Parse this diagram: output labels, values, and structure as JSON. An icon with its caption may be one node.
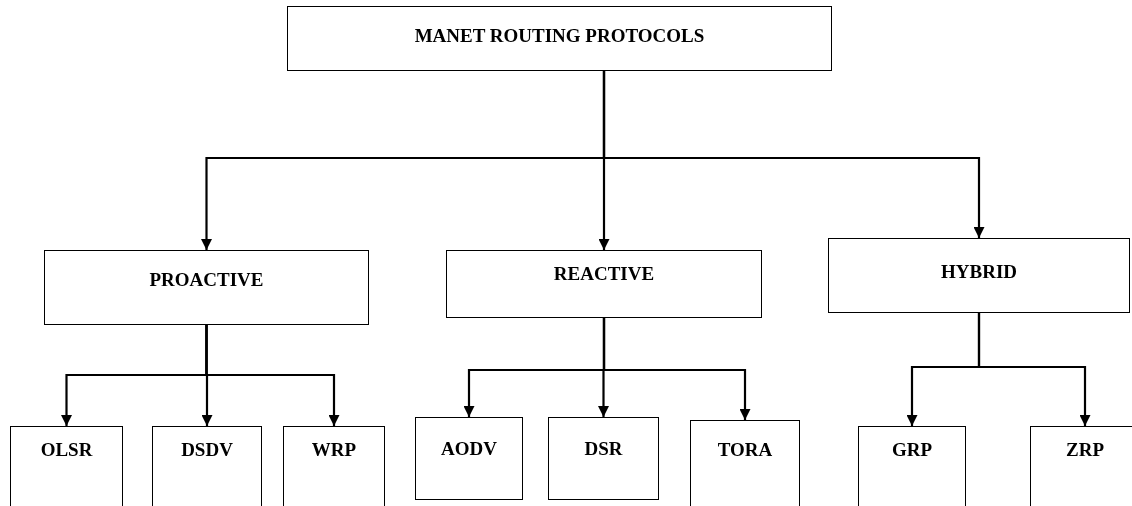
{
  "diagram": {
    "nodes": [
      {
        "text": [
          "MANET ROUTING PROTOCOLS"
        ]
      },
      {
        "text": [
          "PROACTIVE"
        ]
      },
      {
        "text": [
          "REACTIVE"
        ]
      },
      {
        "text": [
          "HYBRID"
        ]
      },
      {
        "text": [
          "OLSR"
        ]
      },
      {
        "text": [
          "DSDV"
        ]
      },
      {
        "text": [
          "WRP"
        ]
      },
      {
        "text": [
          "AODV"
        ]
      },
      {
        "text": [
          "DSR"
        ]
      },
      {
        "text": [
          "TORA"
        ]
      },
      {
        "text": [
          "GRP"
        ]
      },
      {
        "text": [
          "ZRP"
        ]
      }
    ],
    "edges": [
      {
        "from": 0,
        "to": 1,
        "arrow": "to"
      },
      {
        "from": 0,
        "to": 2,
        "arrow": "to"
      },
      {
        "from": 0,
        "to": 3,
        "arrow": "to"
      },
      {
        "from": 1,
        "to": 4,
        "arrow": "to"
      },
      {
        "from": 1,
        "to": 5,
        "arrow": "to"
      },
      {
        "from": 1,
        "to": 6,
        "arrow": "to"
      },
      {
        "from": 2,
        "to": 7,
        "arrow": "to"
      },
      {
        "from": 2,
        "to": 8,
        "arrow": "to"
      },
      {
        "from": 2,
        "to": 9,
        "arrow": "to"
      },
      {
        "from": 3,
        "to": 10,
        "arrow": "to"
      },
      {
        "from": 3,
        "to": 11,
        "arrow": "to"
      }
    ]
  }
}
